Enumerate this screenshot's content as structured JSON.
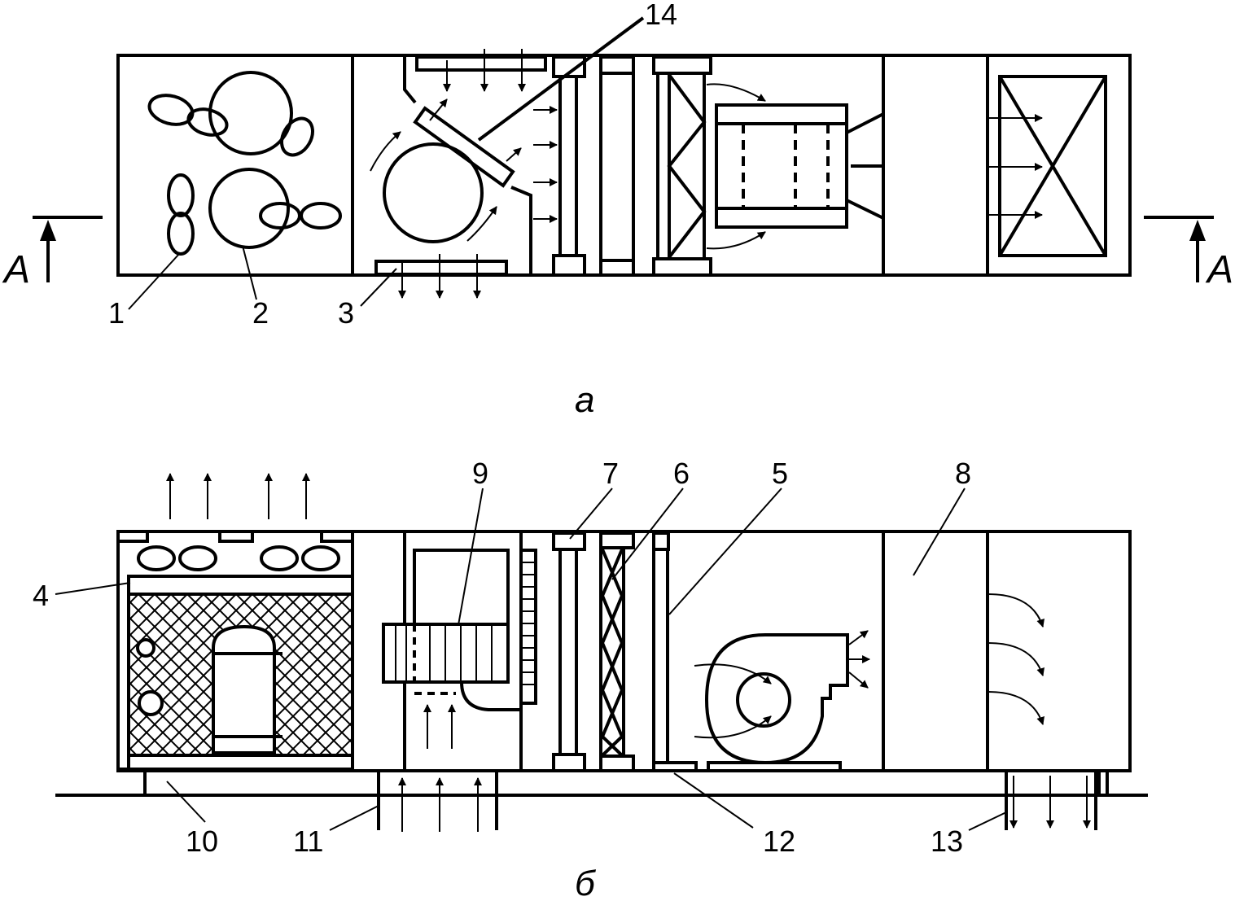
{
  "views": {
    "top": {
      "caption": "а"
    },
    "bottom": {
      "caption": "б"
    }
  },
  "section_marker": {
    "left": "А",
    "right": "А"
  },
  "callouts": [
    "1",
    "2",
    "3",
    "14",
    "4",
    "9",
    "7",
    "6",
    "5",
    "8",
    "10",
    "11",
    "12",
    "13"
  ]
}
